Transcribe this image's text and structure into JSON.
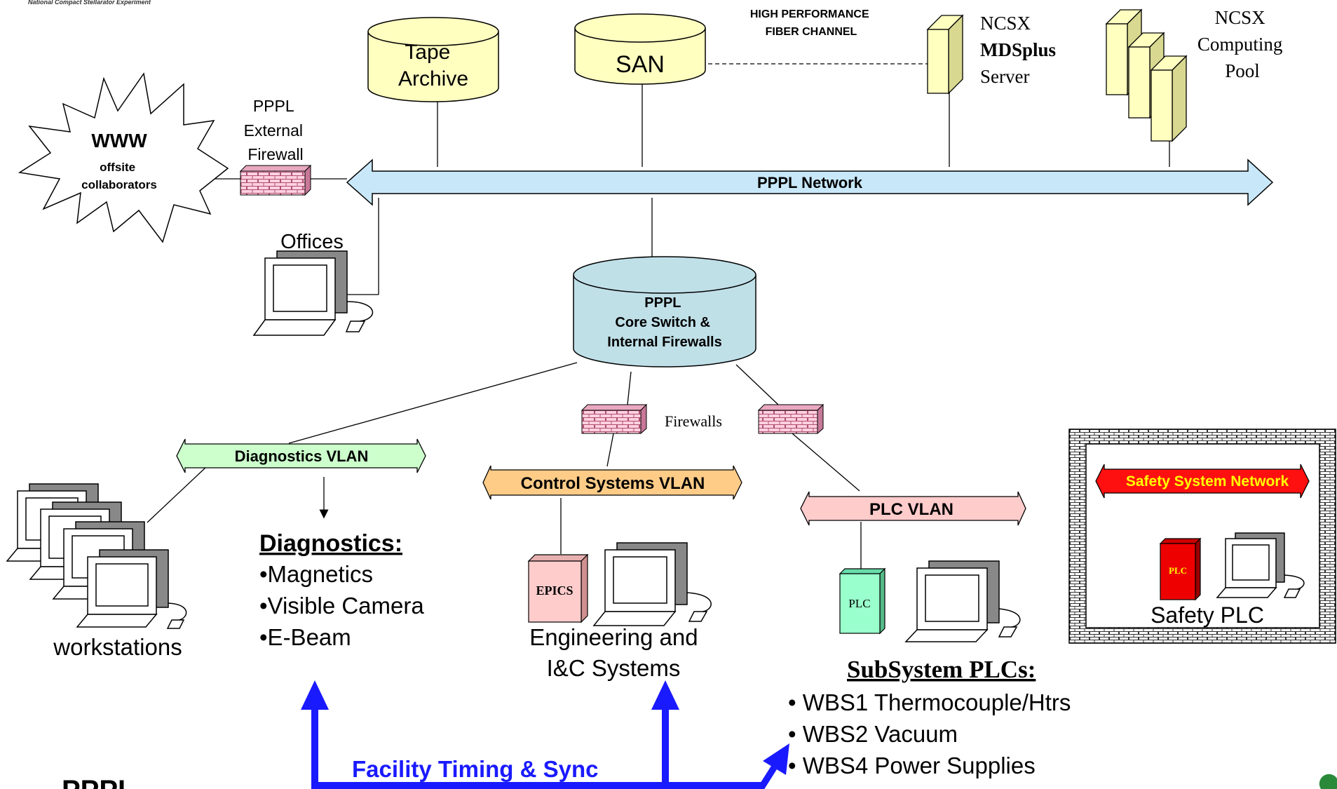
{
  "header_tagline": "National Compact Stellarator Experiment",
  "fiber_channel": {
    "line1": "HIGH PERFORMANCE",
    "line2": "FIBER CHANNEL"
  },
  "tape_archive": {
    "line1": "Tape",
    "line2": "Archive"
  },
  "san": {
    "label": "SAN"
  },
  "mdsplus_server": {
    "line1": "NCSX",
    "line2": "MDSplus",
    "line3": "Server"
  },
  "computing_pool": {
    "line1": "NCSX",
    "line2": "Computing",
    "line3": "Pool"
  },
  "www_cloud": {
    "title": "WWW",
    "line1": "offsite",
    "line2": "collaborators"
  },
  "external_firewall": {
    "line1": "PPPL",
    "line2": "External",
    "line3": "Firewall"
  },
  "pppl_network": {
    "label": "PPPL Network"
  },
  "offices": {
    "label": "Offices"
  },
  "core_switch": {
    "line1": "PPPL",
    "line2": "Core Switch &",
    "line3": "Internal Firewalls"
  },
  "firewalls": {
    "label": "Firewalls"
  },
  "diagnostics_vlan": {
    "label": "Diagnostics VLAN"
  },
  "control_vlan": {
    "label": "Control Systems  VLAN"
  },
  "plc_vlan": {
    "label": "PLC VLAN"
  },
  "safety_network": {
    "label": "Safety System Network"
  },
  "workstations": {
    "label": "workstations"
  },
  "diagnostics_list": {
    "title": "Diagnostics:",
    "items": [
      "•Magnetics",
      "•Visible Camera",
      "•E-Beam"
    ]
  },
  "engineering": {
    "epics_label": "EPICS",
    "line1": "Engineering and",
    "line2": "I&C Systems"
  },
  "plc_box": {
    "label": "PLC"
  },
  "subsystem_plcs": {
    "title": "SubSystem PLCs:",
    "items": [
      "• WBS1 Thermocouple/Htrs",
      "• WBS2 Vacuum",
      "• WBS4 Power Supplies"
    ]
  },
  "safety_plc": {
    "box_label": "PLC",
    "label": "Safety PLC"
  },
  "timing_sync": {
    "label": "Facility Timing & Sync"
  },
  "footer_logo": {
    "text": "PPPL"
  },
  "colors": {
    "cylinder_yellow": "#ffffc0",
    "cylinder_cyan": "#c0e0e8",
    "network_blue": "#c8e8fa",
    "diag_green": "#ccffcc",
    "control_orange": "#ffcc88",
    "plc_pink": "#ffcccc",
    "safety_red": "#ff1010",
    "timing_blue": "#1a1aff",
    "firewall_pink": "#ffccdd",
    "plc_green": "#99ffcc"
  }
}
